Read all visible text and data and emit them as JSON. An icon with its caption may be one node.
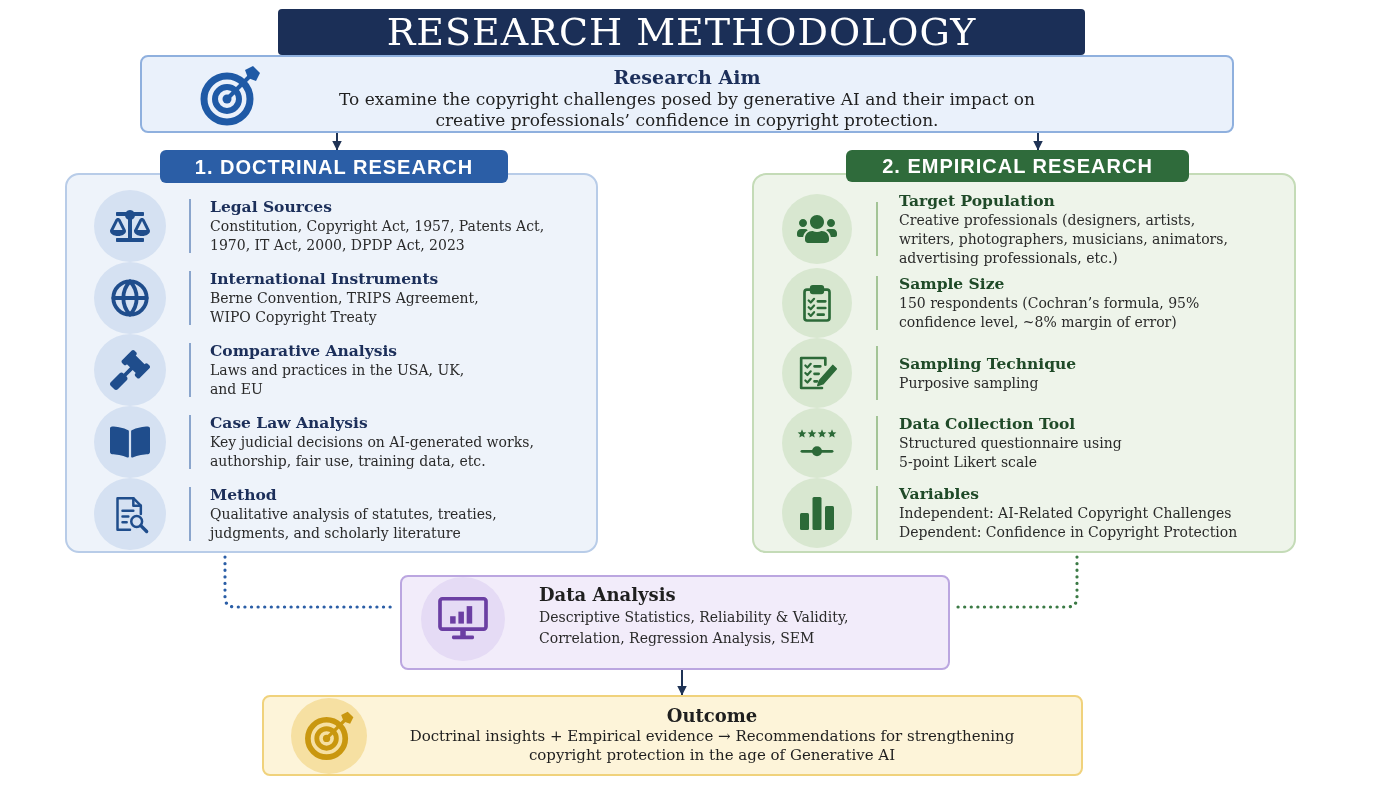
{
  "diagram": {
    "title": "RESEARCH METHODOLOGY",
    "nodes": [
      {
        "text": [
          "Research Aim",
          "To examine the copyright challenges posed by generative AI and their impact on creative professionals’ confidence in copyright protection."
        ]
      },
      {
        "text": [
          "1. DOCTRINAL RESEARCH",
          "Legal Sources",
          "Constitution, Copyright Act, 1957, Patents Act, 1970, IT Act, 2000, DPDP Act, 2023",
          "International Instruments",
          "Berne Convention, TRIPS Agreement, WIPO Copyright Treaty",
          "Comparative Analysis",
          "Laws and practices in the USA, UK, and EU",
          "Case Law Analysis",
          "Key judicial decisions on AI-generated works, authorship, fair use, training data, etc.",
          "Method",
          "Qualitative analysis of statutes, treaties, judgments, and scholarly literature"
        ]
      },
      {
        "text": [
          "2. EMPIRICAL RESEARCH",
          "Target Population",
          "Creative professionals (designers, artists, writers, photographers, musicians, animators, advertising professionals, etc.)",
          "Sample Size",
          "150 respondents (Cochran’s formula, 95% confidence level, ~8% margin of error)",
          "Sampling Technique",
          "Purposive sampling",
          "Data Collection Tool",
          "Structured questionnaire using 5-point Likert scale",
          "Variables",
          "Independent: AI-Related Copyright Challenges Dependent: Confidence in Copyright Protection"
        ]
      },
      {
        "text": [
          "Data Analysis",
          "Descriptive Statistics, Reliability & Validity, Correlation, Regression Analysis, SEM"
        ]
      },
      {
        "text": [
          "Outcome",
          "Doctrinal insights + Empirical evidence → Recommendations for strengthening copyright protection in the age of Generative AI"
        ]
      }
    ],
    "edges": [
      {
        "from": 0,
        "to": 1,
        "arrow": "to"
      },
      {
        "from": 0,
        "to": 2,
        "arrow": "to"
      },
      {
        "from": 1,
        "to": 3,
        "arrow": "none",
        "style": "dashed",
        "color": "#2b5ea6"
      },
      {
        "from": 2,
        "to": 3,
        "arrow": "none",
        "style": "dashed",
        "color": "#3b7a45"
      },
      {
        "from": 3,
        "to": 4,
        "arrow": "to"
      }
    ]
  }
}
